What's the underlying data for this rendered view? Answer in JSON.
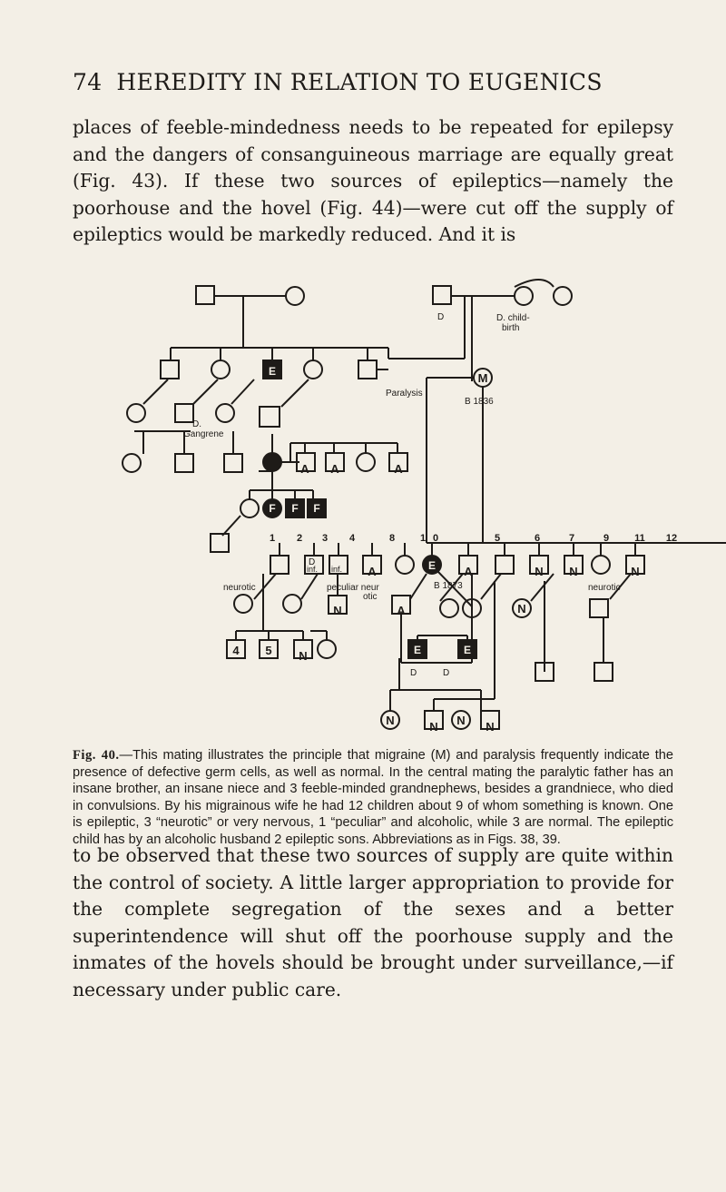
{
  "header": {
    "page_number": "74",
    "running_title": "HEREDITY IN RELATION TO EUGENICS"
  },
  "paragraph_top": "places of feeble-mindedness needs to be repeated for epilepsy and the dangers of consanguineous marriage are equally great (Fig. 43). If these two sources of epileptics—namely the poorhouse and the hovel (Fig. 44)—were cut off the supply of epileptics would be markedly reduced. And it is",
  "figure": {
    "labels": {
      "d_father": "D",
      "d_childbirth_1": "D. child-",
      "d_childbirth_2": "birth",
      "paralysis": "Paralysis",
      "b_1836": "B 1836",
      "d_gangrene_1": "D.",
      "d_gangrene_2": "Gangrene",
      "neurotic_left": "neurotic",
      "peculiar_neurotic_1": "peculiar neur",
      "peculiar_neurotic_2": "otic",
      "b_1873": "B 1873",
      "neurotic_right": "neurotic",
      "d_left": "D",
      "d_right": "D",
      "inf_1": "inf.",
      "inf_2": "inf.",
      "d_inf": "D",
      "five": "5",
      "four": "4"
    },
    "symbol_letters": {
      "affected": "A",
      "normal": "N",
      "migraine": "M",
      "epileptic": "E",
      "feeble_minded": "F"
    },
    "sibship_numbers": [
      "1",
      "2",
      "3",
      "4",
      "8",
      "1",
      "0",
      "5",
      "6",
      "7",
      "9",
      "11",
      "12"
    ]
  },
  "caption": {
    "lead": "Fig. 40.",
    "text": "—This mating illustrates the principle that migraine (M) and paralysis frequently indicate the presence of defective germ cells, as well as normal. In the central mating the paralytic father has an insane brother, an insane niece and 3 feeble-minded grandnephews, besides a grandniece, who died in convulsions. By his migrainous wife he had 12 children about 9 of whom something is known. One is epileptic, 3 “neurotic” or very nervous, 1 “peculiar” and alcoholic, while 3 are normal. The epileptic child has by an alcoholic husband 2 epileptic sons. Abbreviations as in Figs. 38, 39."
  },
  "paragraph_bottom": "to be observed that these two sources of supply are quite within the control of society. A little larger appropriation to provide for the complete segregation of the sexes and a better superintendence will shut off the poorhouse supply and the inmates of the hovels should be brought under surveillance,—if necessary under public care.",
  "colors": {
    "ink": "#1e1b18",
    "paper": "#f3efe6"
  }
}
